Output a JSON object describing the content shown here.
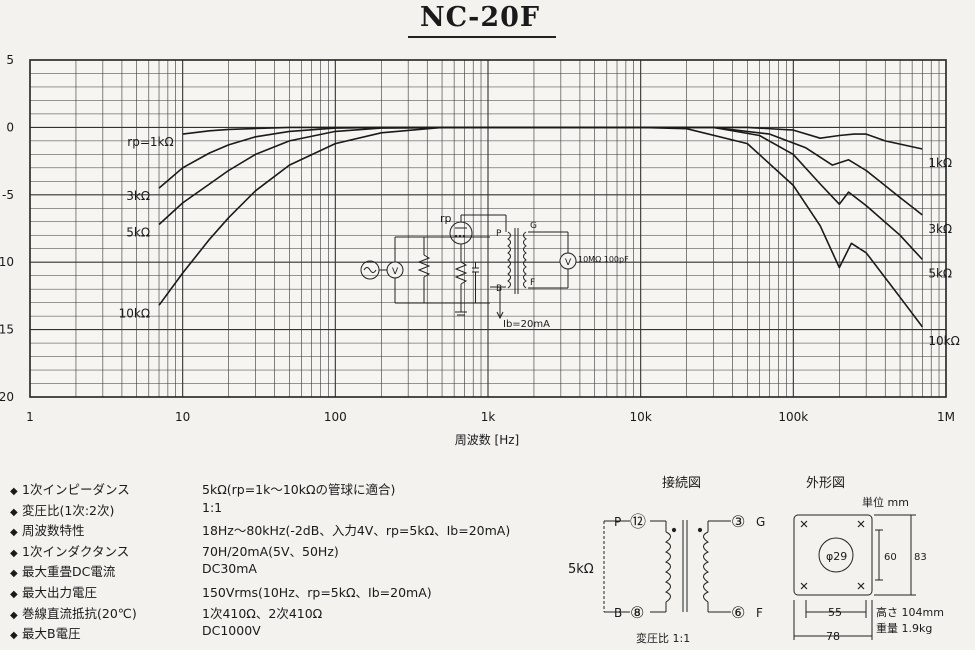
{
  "title": "NC-20F",
  "chart_data": {
    "type": "line",
    "x_scale": "log",
    "xlim": [
      1,
      1000000
    ],
    "ylim": [
      -20,
      5
    ],
    "x_ticks": [
      {
        "value": 1,
        "label": "1"
      },
      {
        "value": 10,
        "label": "10"
      },
      {
        "value": 100,
        "label": "100"
      },
      {
        "value": 1000,
        "label": "1k"
      },
      {
        "value": 10000,
        "label": "10k"
      },
      {
        "value": 100000,
        "label": "100k"
      },
      {
        "value": 1000000,
        "label": "1M"
      }
    ],
    "y_ticks": [
      {
        "value": 5,
        "label": "5"
      },
      {
        "value": 0,
        "label": "0"
      },
      {
        "value": -5,
        "label": "-5"
      },
      {
        "value": -10,
        "label": "-10"
      },
      {
        "value": -15,
        "label": "-15"
      },
      {
        "value": -20,
        "label": "-20"
      }
    ],
    "xlabel": "周波数 [Hz]",
    "grid": true,
    "series": [
      {
        "left_label": "rp=1kΩ",
        "right_label": "1kΩ",
        "x": [
          10,
          15,
          20,
          30,
          50,
          100,
          1000,
          10000,
          50000,
          100000,
          150000,
          200000,
          250000,
          300000,
          400000,
          700000
        ],
        "y": [
          -0.5,
          -0.25,
          -0.15,
          -0.08,
          0,
          0,
          0,
          0,
          0,
          -0.2,
          -0.8,
          -0.6,
          -0.5,
          -0.5,
          -1.0,
          -1.6
        ]
      },
      {
        "left_label": "3kΩ",
        "right_label": "3kΩ",
        "x": [
          7,
          10,
          15,
          20,
          30,
          50,
          100,
          200,
          1000,
          10000,
          30000,
          70000,
          120000,
          180000,
          230000,
          300000,
          500000,
          700000
        ],
        "y": [
          -4.5,
          -3.0,
          -1.9,
          -1.3,
          -0.7,
          -0.3,
          -0.05,
          0,
          0,
          0,
          0,
          -0.5,
          -1.5,
          -2.8,
          -2.4,
          -3.2,
          -5.2,
          -6.5
        ]
      },
      {
        "left_label": "5kΩ",
        "right_label": "5kΩ",
        "x": [
          7,
          10,
          15,
          20,
          30,
          50,
          100,
          200,
          1000,
          10000,
          30000,
          60000,
          100000,
          150000,
          200000,
          230000,
          300000,
          500000,
          700000
        ],
        "y": [
          -7.2,
          -5.6,
          -4.2,
          -3.2,
          -2.0,
          -1.0,
          -0.3,
          -0.05,
          0,
          0,
          0,
          -0.6,
          -2.0,
          -4.2,
          -5.7,
          -4.8,
          -5.8,
          -8.0,
          -9.8
        ]
      },
      {
        "left_label": "10kΩ",
        "right_label": "10kΩ",
        "x": [
          7,
          10,
          15,
          20,
          30,
          50,
          100,
          200,
          500,
          1000,
          10000,
          20000,
          50000,
          100000,
          150000,
          200000,
          240000,
          300000,
          500000,
          700000
        ],
        "y": [
          -13.2,
          -10.8,
          -8.3,
          -6.7,
          -4.7,
          -2.8,
          -1.2,
          -0.4,
          0,
          0,
          0,
          -0.1,
          -1.2,
          -4.3,
          -7.3,
          -10.4,
          -8.6,
          -9.3,
          -12.6,
          -14.8
        ]
      }
    ]
  },
  "circuit": {
    "rp": "rp",
    "p": "P",
    "b": "B",
    "g": "G",
    "f": "F",
    "load": "10MΩ\n100pF",
    "ib": "Ib=20mA",
    "v": "V"
  },
  "specs": [
    {
      "label": "1次インピーダンス",
      "value": "5kΩ(rp=1k～10kΩの管球に適合)"
    },
    {
      "label": "変圧比(1次:2次)",
      "value": "1:1"
    },
    {
      "label": "周波数特性",
      "value": "18Hz～80kHz(-2dB、入力4V、rp=5kΩ、Ib=20mA)"
    },
    {
      "label": "1次インダクタンス",
      "value": "70H/20mA(5V、50Hz)"
    },
    {
      "label": "最大重畳DC電流",
      "value": "DC30mA"
    },
    {
      "label": "最大出力電圧",
      "value": "150Vrms(10Hz、rp=5kΩ、Ib=20mA)"
    },
    {
      "label": "巻線直流抵抗(20℃)",
      "value": "1次410Ω、2次410Ω"
    },
    {
      "label": "最大B電圧",
      "value": "DC1000V"
    }
  ],
  "connection": {
    "heading": "接続図",
    "p": "P",
    "b": "B",
    "g": "G",
    "f": "F",
    "pin_p": "⑫",
    "pin_b": "⑧",
    "pin_g": "③",
    "pin_f": "⑥",
    "impedance": "5kΩ",
    "ratio": "変圧比 1:1"
  },
  "outline": {
    "heading": "外形図",
    "unit": "単位 mm",
    "dia": "φ29",
    "dim_60": "60",
    "dim_83": "83",
    "dim_55": "55",
    "dim_78": "78",
    "height": "高さ 104mm",
    "weight": "重量 1.9kg"
  }
}
